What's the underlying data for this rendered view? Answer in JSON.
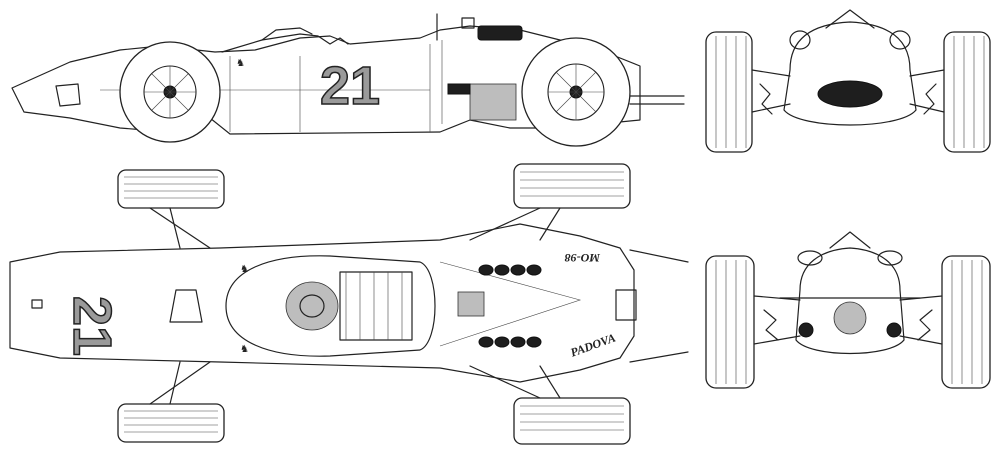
{
  "car": {
    "race_number": "21",
    "race_number_top": "21",
    "plate_top": "MO-98",
    "tail_script": "PADOVA"
  },
  "colors": {
    "ink": "#222222",
    "paper": "#ffffff",
    "number_fill": "#9a9a9a"
  }
}
